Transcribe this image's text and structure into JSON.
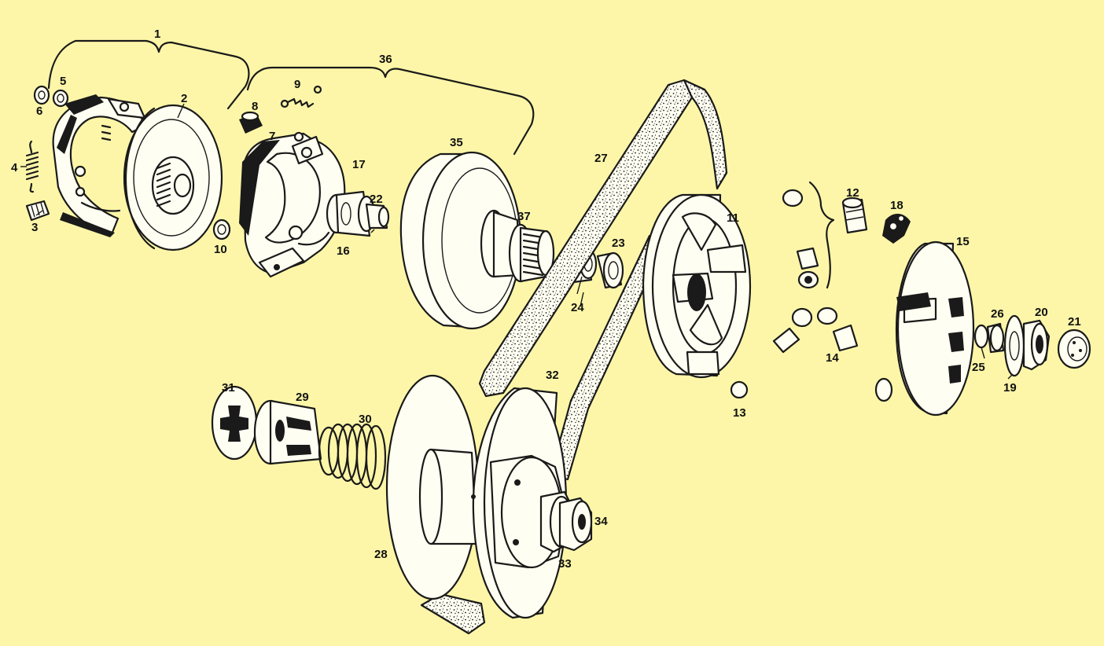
{
  "diagram": {
    "callouts": [
      {
        "id": "c1",
        "text": "1"
      },
      {
        "id": "c2",
        "text": "2"
      },
      {
        "id": "c3",
        "text": "3"
      },
      {
        "id": "c4",
        "text": "4"
      },
      {
        "id": "c5",
        "text": "5"
      },
      {
        "id": "c6",
        "text": "6"
      },
      {
        "id": "c7",
        "text": "7"
      },
      {
        "id": "c8",
        "text": "8"
      },
      {
        "id": "c9",
        "text": "9"
      },
      {
        "id": "c10",
        "text": "10"
      },
      {
        "id": "c11",
        "text": "11"
      },
      {
        "id": "c12",
        "text": "12"
      },
      {
        "id": "c13",
        "text": "13"
      },
      {
        "id": "c14",
        "text": "14"
      },
      {
        "id": "c15",
        "text": "15"
      },
      {
        "id": "c16",
        "text": "16"
      },
      {
        "id": "c17",
        "text": "17"
      },
      {
        "id": "c18",
        "text": "18"
      },
      {
        "id": "c19",
        "text": "19"
      },
      {
        "id": "c20",
        "text": "20"
      },
      {
        "id": "c21",
        "text": "21"
      },
      {
        "id": "c22",
        "text": "22"
      },
      {
        "id": "c23",
        "text": "23"
      },
      {
        "id": "c24",
        "text": "24"
      },
      {
        "id": "c25",
        "text": "25"
      },
      {
        "id": "c26",
        "text": "26"
      },
      {
        "id": "c27",
        "text": "27"
      },
      {
        "id": "c28",
        "text": "28"
      },
      {
        "id": "c29",
        "text": "29"
      },
      {
        "id": "c30",
        "text": "30"
      },
      {
        "id": "c31",
        "text": "31"
      },
      {
        "id": "c32",
        "text": "32"
      },
      {
        "id": "c33",
        "text": "33"
      },
      {
        "id": "c34",
        "text": "34"
      },
      {
        "id": "c35",
        "text": "35"
      },
      {
        "id": "c36",
        "text": "36"
      },
      {
        "id": "c37",
        "text": "37"
      }
    ]
  },
  "colors": {
    "background": "#fdf6a8",
    "ink": "#1a1a1a",
    "part_fill": "#fffef2"
  }
}
